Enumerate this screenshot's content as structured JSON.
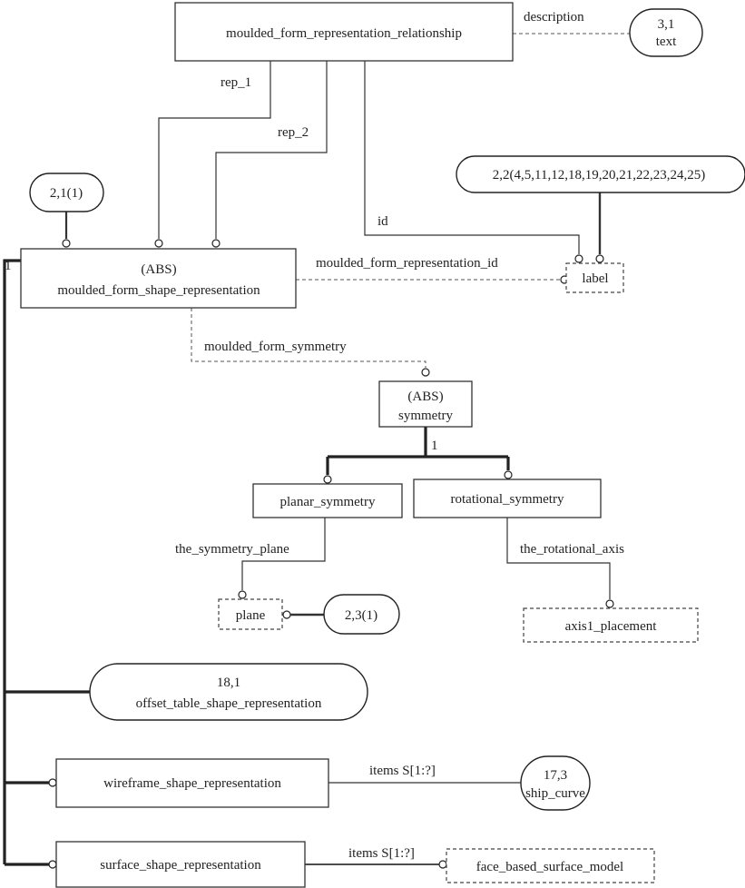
{
  "diagram": {
    "entities": {
      "relationship": {
        "name": "moulded_form_representation_relationship"
      },
      "shape_rep": {
        "abs": "(ABS)",
        "name": "moulded_form_shape_representation"
      },
      "symmetry": {
        "abs": "(ABS)",
        "name": "symmetry"
      },
      "planar": {
        "name": "planar_symmetry"
      },
      "rotational": {
        "name": "rotational_symmetry"
      },
      "wireframe": {
        "name": "wireframe_shape_representation"
      },
      "surface": {
        "name": "surface_shape_representation"
      }
    },
    "types": {
      "label": {
        "name": "label"
      },
      "plane": {
        "name": "plane"
      },
      "axis1": {
        "name": "axis1_placement"
      },
      "face_model": {
        "name": "face_based_surface_model"
      }
    },
    "refs": {
      "text_ref": {
        "page": "3,1",
        "name": "text"
      },
      "ref_21": {
        "page": "2,1(1)"
      },
      "ref_22": {
        "page": "2,2(4,5,11,12,18,19,20,21,22,23,24,25)"
      },
      "ref_23": {
        "page": "2,3(1)"
      },
      "offset_ref": {
        "page": "18,1",
        "name": "offset_table_shape_representation"
      },
      "ship_curve_ref": {
        "page": "17,3",
        "name": "ship_curve"
      }
    },
    "attributes": {
      "description": "description",
      "rep_1": "rep_1",
      "rep_2": "rep_2",
      "id": "id",
      "moulded_form_representation_id": "moulded_form_representation_id",
      "moulded_form_symmetry": "moulded_form_symmetry",
      "the_symmetry_plane": "the_symmetry_plane",
      "the_rotational_axis": "the_rotational_axis",
      "wire_items": "items S[1:?]",
      "surf_items": "items S[1:?]"
    },
    "cardinality": {
      "shape_rep_one": "1",
      "symmetry_one": "1"
    }
  }
}
